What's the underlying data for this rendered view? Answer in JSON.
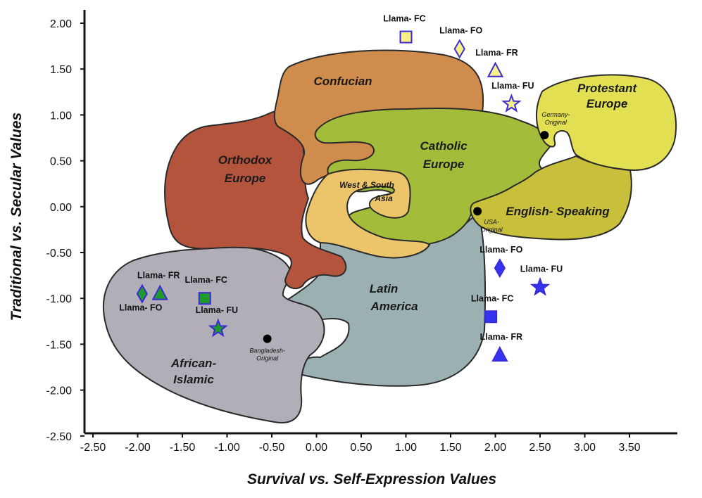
{
  "chart_data": {
    "type": "scatter",
    "xlabel": "Survival vs. Self-Expression Values",
    "ylabel": "Traditional vs. Secular Values",
    "xlim": [
      -2.5,
      4.0
    ],
    "ylim": [
      -2.5,
      2.0
    ],
    "x_ticks": [
      "-2.50",
      "-2.00",
      "-1.50",
      "-1.00",
      "-0.50",
      "0.00",
      "0.50",
      "1.00",
      "1.50",
      "2.00",
      "2.50",
      "3.00",
      "3.50"
    ],
    "y_ticks": [
      "2.00",
      "1.50",
      "1.00",
      "0.50",
      "0.00",
      "-0.50",
      "-1.00",
      "-1.50",
      "-2.00",
      "-2.50"
    ],
    "regions": [
      {
        "name": "Confucian",
        "color": "#d08c4c"
      },
      {
        "name": "Orthodox Europe",
        "color": "#b4543c"
      },
      {
        "name": "Catholic Europe",
        "color": "#a3bd3a"
      },
      {
        "name": "West & South Asia",
        "color": "#ecc46a"
      },
      {
        "name": "Protestant Europe",
        "color": "#e2e052"
      },
      {
        "name": "English- Speaking",
        "color": "#c8bf3a"
      },
      {
        "name": "Latin America",
        "color": "#9bb0b1"
      },
      {
        "name": "African- Islamic",
        "color": "#b2aeb7"
      }
    ],
    "original_points": [
      {
        "label": "Germany- Original",
        "x": 2.55,
        "y": 0.78
      },
      {
        "label": "USA- Original",
        "x": 1.8,
        "y": -0.05
      },
      {
        "label": "Bangladesh- Original",
        "x": -0.55,
        "y": -1.44
      }
    ],
    "series": [
      {
        "group": "yellow",
        "color": "#f7ef8a",
        "points": [
          {
            "label": "Llama- FC",
            "marker": "square",
            "x": 1.0,
            "y": 1.85
          },
          {
            "label": "Llama- FO",
            "marker": "diamond",
            "x": 1.6,
            "y": 1.72
          },
          {
            "label": "Llama- FR",
            "marker": "triangle",
            "x": 2.0,
            "y": 1.48
          },
          {
            "label": "Llama- FU",
            "marker": "star",
            "x": 2.18,
            "y": 1.12
          }
        ]
      },
      {
        "group": "green",
        "color": "#1f9a2b",
        "points": [
          {
            "label": "Llama- FO",
            "marker": "diamond",
            "x": -1.95,
            "y": -0.95
          },
          {
            "label": "Llama- FR",
            "marker": "triangle",
            "x": -1.75,
            "y": -0.95
          },
          {
            "label": "Llama- FC",
            "marker": "square",
            "x": -1.25,
            "y": -1.0
          },
          {
            "label": "Llama- FU",
            "marker": "star",
            "x": -1.1,
            "y": -1.33
          }
        ]
      },
      {
        "group": "blue",
        "color": "#3434f0",
        "points": [
          {
            "label": "Llama- FO",
            "marker": "diamond",
            "x": 2.05,
            "y": -0.67
          },
          {
            "label": "Llama- FU",
            "marker": "star",
            "x": 2.5,
            "y": -0.88
          },
          {
            "label": "Llama- FC",
            "marker": "square",
            "x": 1.95,
            "y": -1.2
          },
          {
            "label": "Llama- FR",
            "marker": "triangle",
            "x": 2.05,
            "y": -1.62
          }
        ]
      }
    ]
  }
}
